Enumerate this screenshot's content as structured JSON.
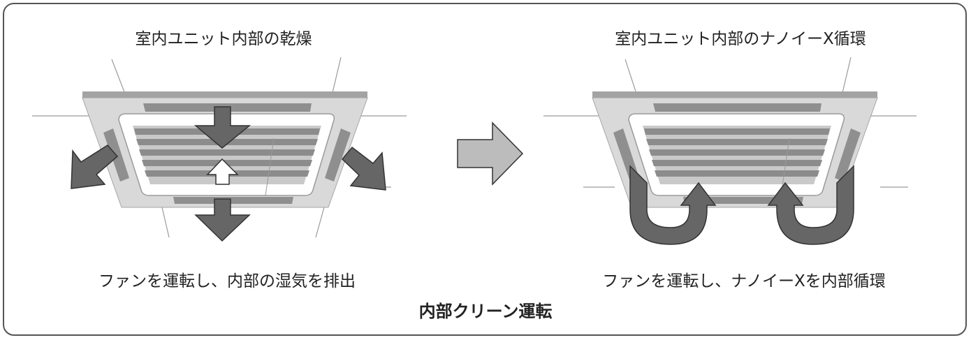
{
  "panels": [
    {
      "title": "室内ユニット内部の乾燥",
      "caption": "ファンを運転し、内部の湿気を排出"
    },
    {
      "title": "室内ユニット内部のナノイーX循環",
      "caption": "ファンを運転し、ナノイーXを内部循環"
    }
  ],
  "main_title": "内部クリーン運転",
  "colors": {
    "frame": "#555555",
    "panel_face": "#d9d9d9",
    "grille_bar": "#8c8c8c",
    "arrow_dark": "#666666",
    "arrow_light": "#bcbcbc"
  }
}
